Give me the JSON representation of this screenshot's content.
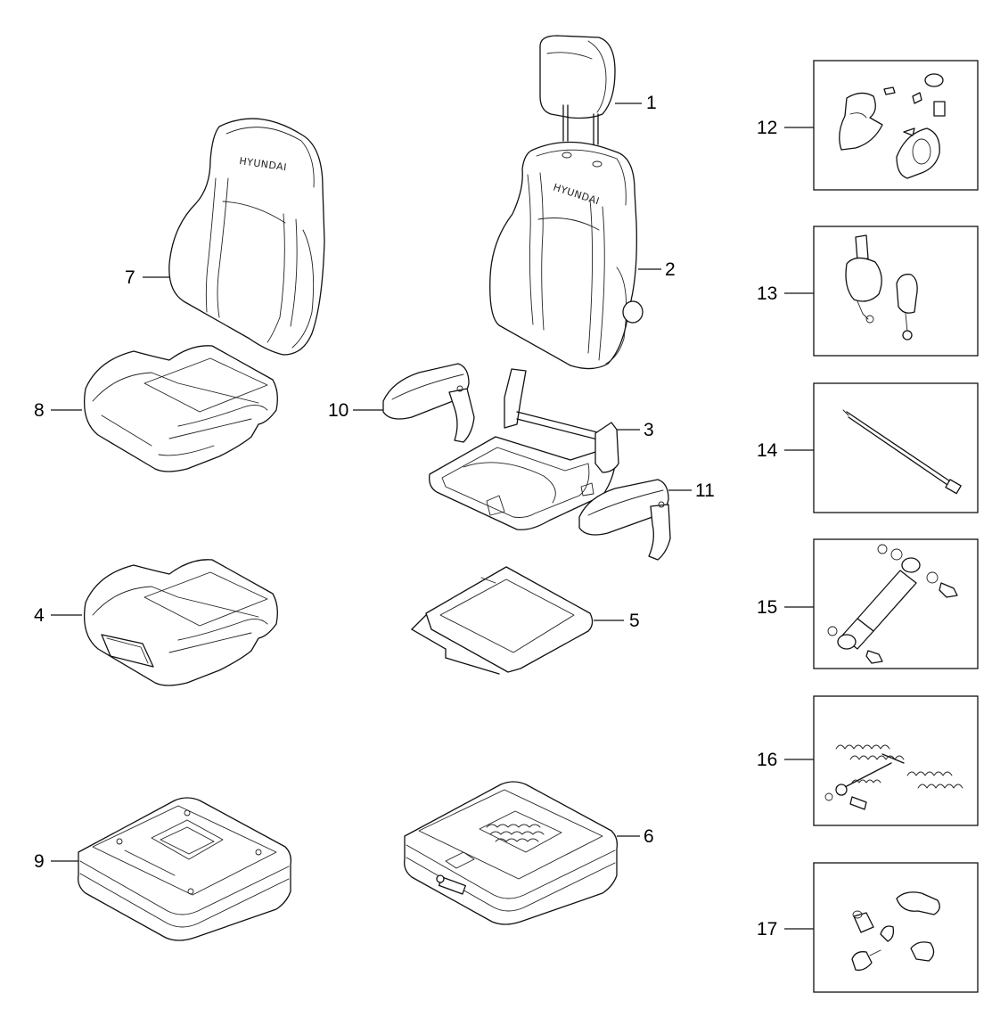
{
  "diagram": {
    "brand_text": "HYUNDAI",
    "callouts": [
      {
        "id": "1",
        "label": "1"
      },
      {
        "id": "2",
        "label": "2"
      },
      {
        "id": "3",
        "label": "3"
      },
      {
        "id": "4",
        "label": "4"
      },
      {
        "id": "5",
        "label": "5"
      },
      {
        "id": "6",
        "label": "6"
      },
      {
        "id": "7",
        "label": "7"
      },
      {
        "id": "8",
        "label": "8"
      },
      {
        "id": "9",
        "label": "9"
      },
      {
        "id": "10",
        "label": "10"
      },
      {
        "id": "11",
        "label": "11"
      },
      {
        "id": "12",
        "label": "12"
      },
      {
        "id": "13",
        "label": "13"
      },
      {
        "id": "14",
        "label": "14"
      },
      {
        "id": "15",
        "label": "15"
      },
      {
        "id": "16",
        "label": "16"
      },
      {
        "id": "17",
        "label": "17"
      }
    ]
  }
}
